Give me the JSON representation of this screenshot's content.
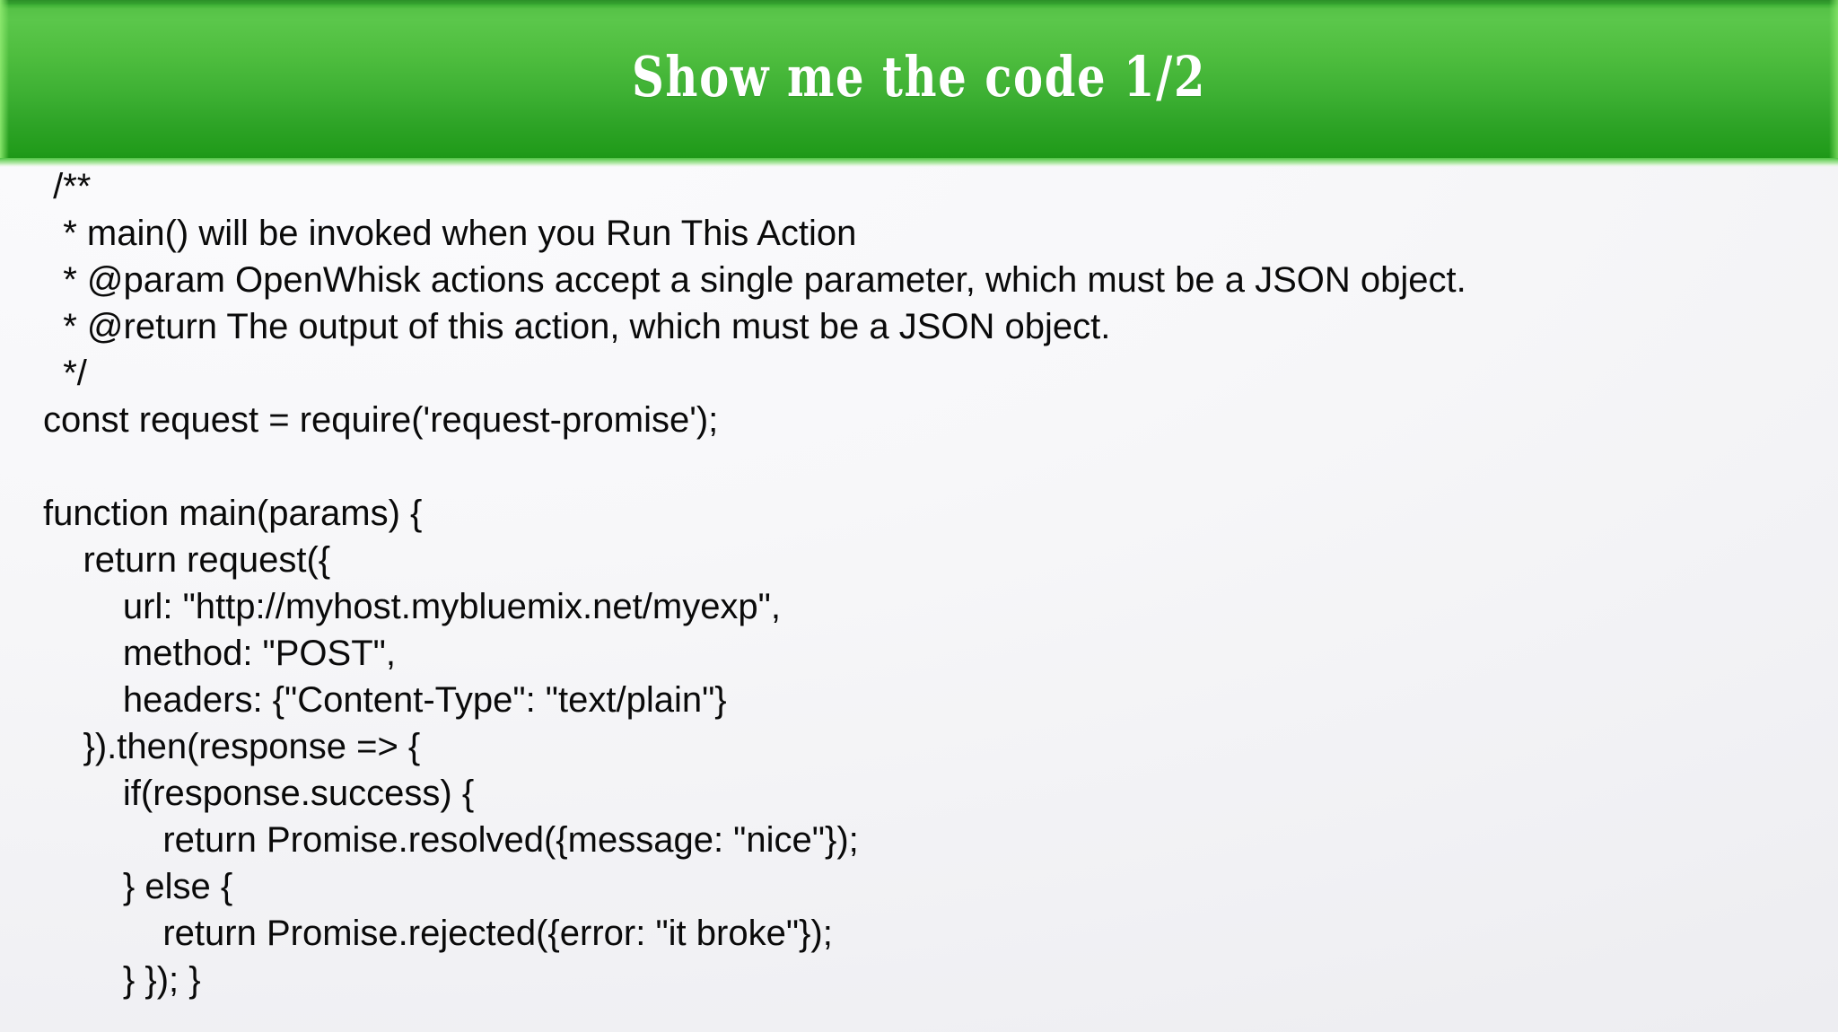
{
  "slide": {
    "title": "Show me the code 1/2",
    "banner_color_top": "#5bc74b",
    "banner_color_bottom": "#1e9818",
    "title_color": "#ffffff",
    "background_color": "#f4f4f7",
    "code_text_color": "#0a0a0a"
  },
  "code": {
    "language": "javascript",
    "lines": [
      " /**",
      "  * main() will be invoked when you Run This Action",
      "  * @param OpenWhisk actions accept a single parameter, which must be a JSON object.",
      "  * @return The output of this action, which must be a JSON object.",
      "  */",
      "const request = require('request-promise');",
      "",
      "function main(params) {",
      "    return request({",
      "        url: \"http://myhost.mybluemix.net/myexp\",",
      "        method: \"POST\",",
      "        headers: {\"Content-Type\": \"text/plain\"}",
      "    }).then(response => {",
      "        if(response.success) {",
      "            return Promise.resolved({message: \"nice\"});",
      "        } else {",
      "            return Promise.rejected({error: \"it broke\"});",
      "        } }); }"
    ]
  }
}
